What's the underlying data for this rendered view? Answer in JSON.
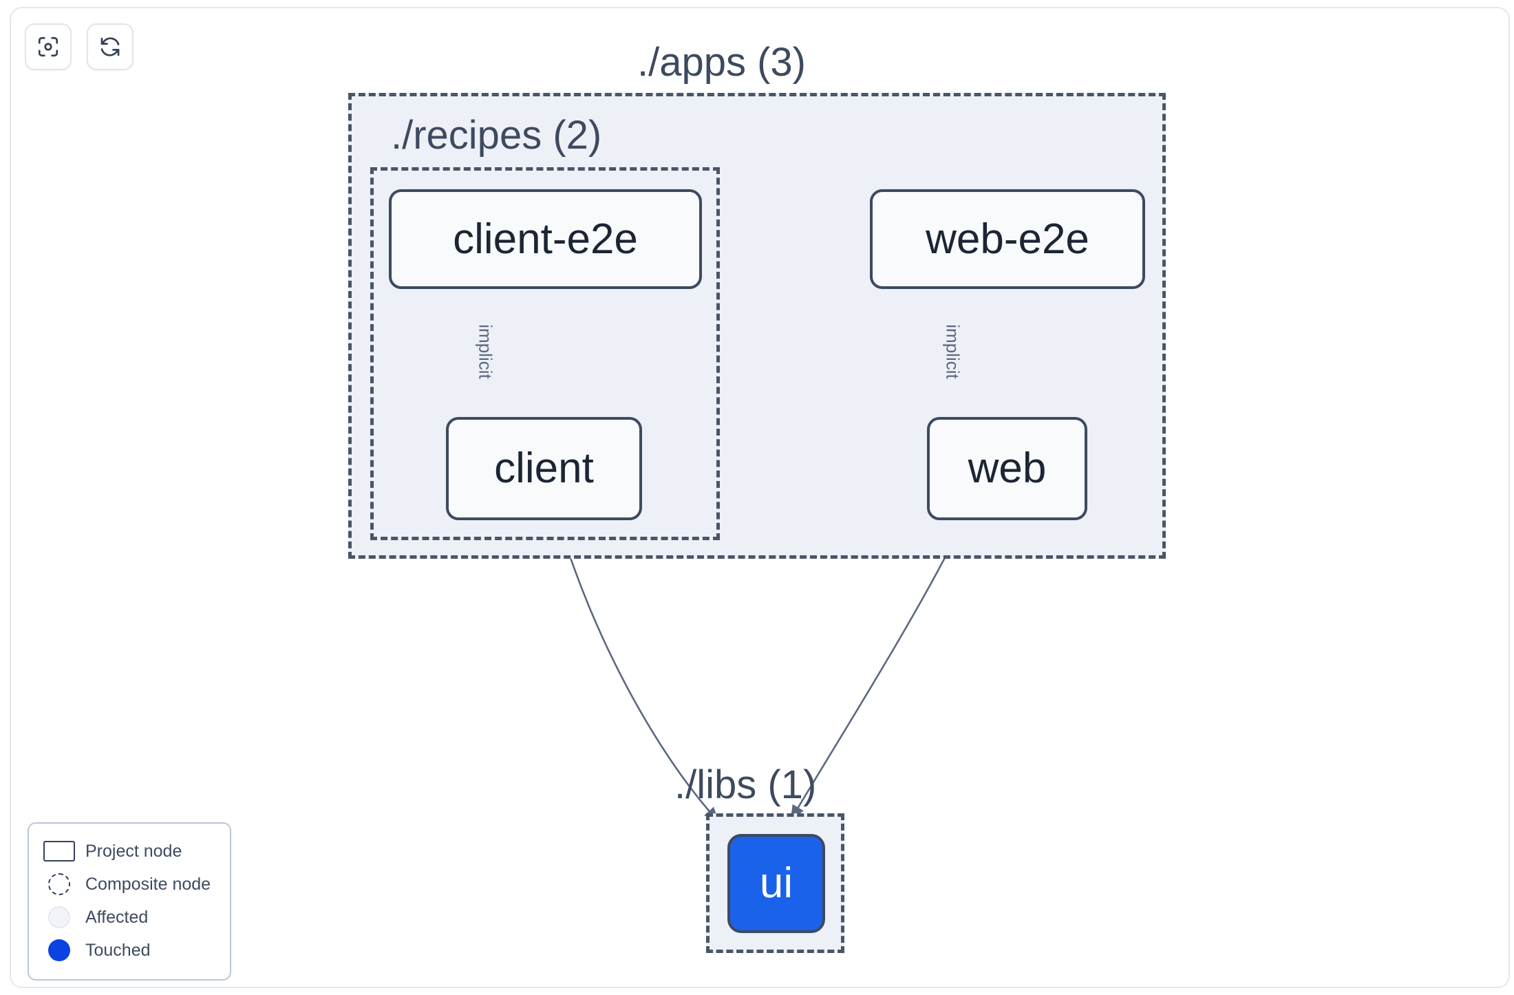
{
  "toolbar": {
    "buttons": [
      {
        "name": "focus-graph-button",
        "icon": "focus-target-icon",
        "label": "Focus graph"
      },
      {
        "name": "refresh-graph-button",
        "icon": "refresh-icon",
        "label": "Refresh graph"
      }
    ]
  },
  "graph": {
    "containers": [
      {
        "id": "apps",
        "label": "./apps (3)",
        "count": 3,
        "type": "composite-node"
      },
      {
        "id": "recipes",
        "label": "./recipes (2)",
        "count": 2,
        "type": "composite-node"
      },
      {
        "id": "libs",
        "label": "./libs (1)",
        "count": 1,
        "type": "composite-node"
      }
    ],
    "nodes": [
      {
        "id": "client-e2e",
        "label": "client-e2e",
        "parent": "recipes",
        "state": "normal"
      },
      {
        "id": "web-e2e",
        "label": "web-e2e",
        "parent": "apps",
        "state": "normal"
      },
      {
        "id": "client",
        "label": "client",
        "parent": "recipes",
        "state": "normal"
      },
      {
        "id": "web",
        "label": "web",
        "parent": "apps",
        "state": "normal"
      },
      {
        "id": "ui",
        "label": "ui",
        "parent": "libs",
        "state": "touched"
      }
    ],
    "edges": [
      {
        "from": "client-e2e",
        "to": "client",
        "label": "implicit"
      },
      {
        "from": "web-e2e",
        "to": "web",
        "label": "implicit"
      },
      {
        "from": "client",
        "to": "ui",
        "label": ""
      },
      {
        "from": "web",
        "to": "ui",
        "label": ""
      }
    ]
  },
  "legend": {
    "items": [
      {
        "swatch": "project-node-swatch",
        "label": "Project node"
      },
      {
        "swatch": "composite-node-swatch",
        "label": "Composite node"
      },
      {
        "swatch": "affected-swatch",
        "label": "Affected"
      },
      {
        "swatch": "touched-swatch",
        "label": "Touched"
      }
    ]
  },
  "colors": {
    "touched": "#0b43e0",
    "touched_node_fill": "#1a62ea",
    "node_fill": "#f8fafc",
    "node_border": "#3d4a5f",
    "container_fill": "#edf0f6",
    "container_border": "#4a5568",
    "edge": "#5b6880",
    "text": "#3d4a5f",
    "canvas": "#ffffff"
  }
}
